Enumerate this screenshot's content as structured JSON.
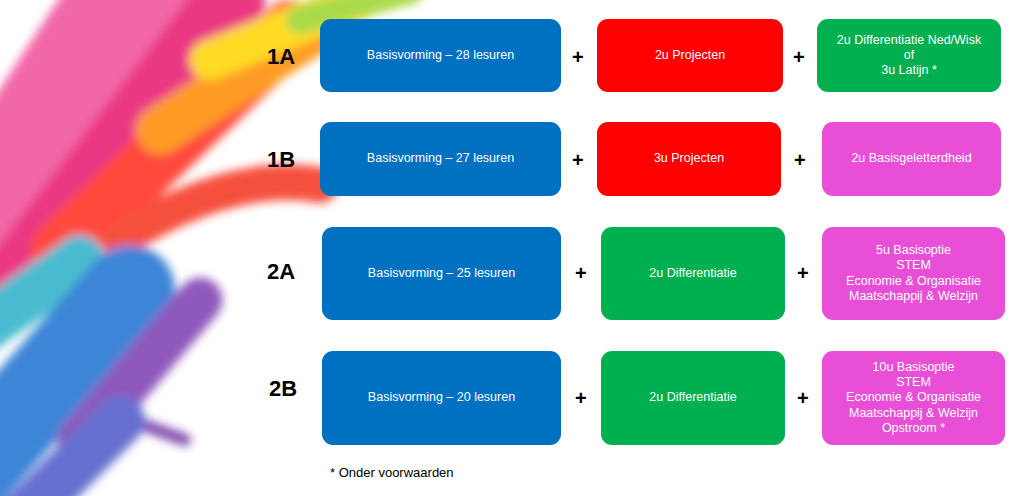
{
  "diagram": {
    "nodes": [
      {
        "text": [
          "Basisvorming – 28 lesuren"
        ]
      },
      {
        "text": [
          "2u Projecten"
        ]
      },
      {
        "text": [
          "2u Differentiatie Ned/Wisk",
          "of",
          "3u Latijn *"
        ]
      },
      {
        "text": [
          "Basisvorming – 27 lesuren"
        ]
      },
      {
        "text": [
          "3u Projecten"
        ]
      },
      {
        "text": [
          "2u Basisgeletterdheid"
        ]
      },
      {
        "text": [
          "Basisvorming – 25 lesuren"
        ]
      },
      {
        "text": [
          "2u Differentiatie"
        ]
      },
      {
        "text": [
          "5u Basisoptie",
          "STEM",
          "Economie & Organisatie",
          "Maatschappij & Welzijn"
        ]
      },
      {
        "text": [
          "Basisvorming – 20 lesuren"
        ]
      },
      {
        "text": [
          "2u Differentiatie"
        ]
      },
      {
        "text": [
          "10u Basisoptie",
          "STEM",
          "Economie & Organisatie",
          "Maatschappij & Welzijn",
          "Opstroom *"
        ]
      }
    ],
    "labels": [
      "1A",
      "+",
      "+",
      "1B",
      "+",
      "+",
      "2A",
      "+",
      "+",
      "2B",
      "+",
      "+",
      "* Onder voorwaarden"
    ]
  }
}
